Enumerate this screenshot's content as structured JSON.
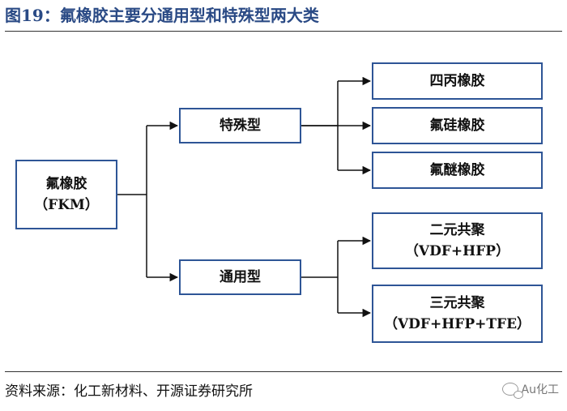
{
  "title": "图19：氟橡胶主要分通用型和特殊型两大类",
  "nodes": {
    "root": {
      "line1": "氟橡胶",
      "line2": "（FKM）"
    },
    "special": {
      "label": "特殊型"
    },
    "general": {
      "label": "通用型"
    },
    "special_children": [
      {
        "label": "四丙橡胶"
      },
      {
        "label": "氟硅橡胶"
      },
      {
        "label": "氟醚橡胶"
      }
    ],
    "general_children": [
      {
        "line1": "二元共聚",
        "line2": "（VDF+HFP）"
      },
      {
        "line1": "三元共聚",
        "line2": "（VDF+HFP+TFE）"
      }
    ]
  },
  "source": "资料来源：化工新材料、开源证券研究所",
  "watermark": "Au化工",
  "colors": {
    "title": "#2a4a85",
    "box_border": "#2e5596",
    "lines": "#111111"
  }
}
